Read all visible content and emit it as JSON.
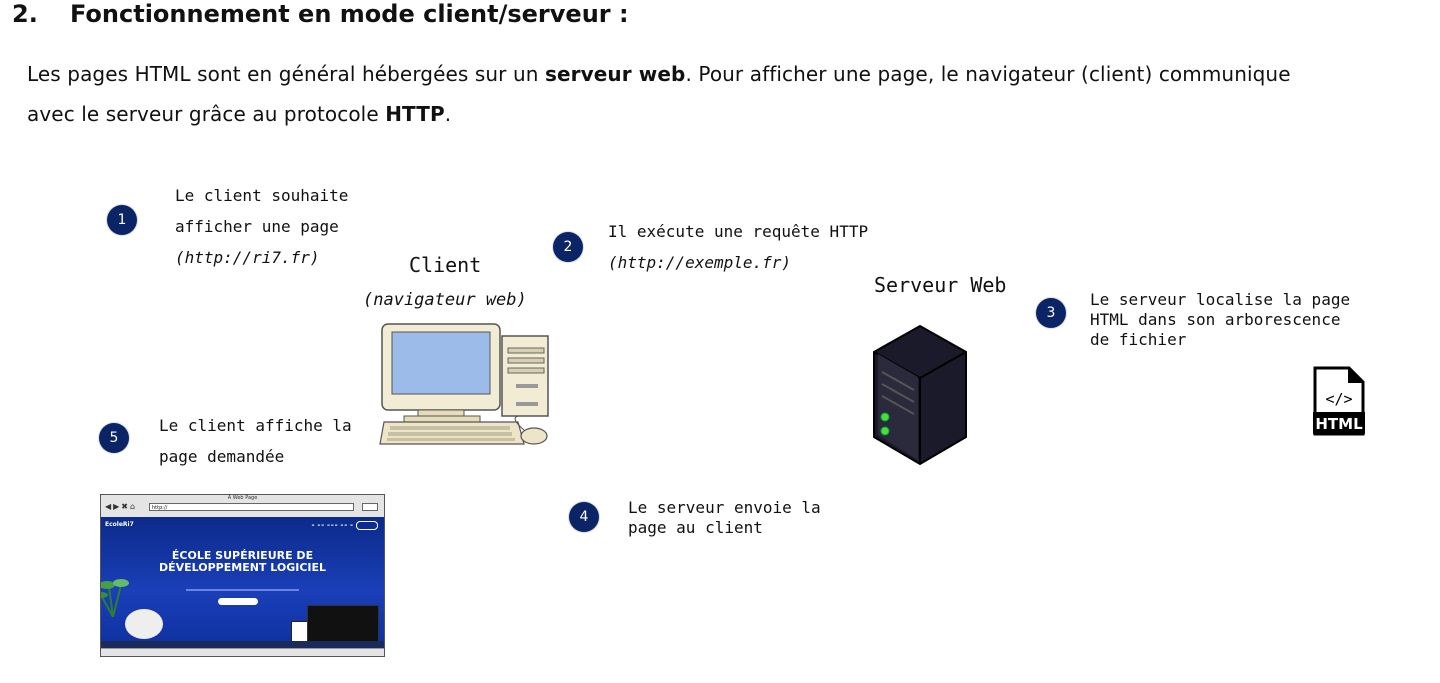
{
  "heading": {
    "number": "2.",
    "title": "Fonctionnement en mode client/serveur :"
  },
  "paragraph": {
    "line1_pre": "Les pages HTML sont en général hébergées sur un ",
    "line1_bold": "serveur web",
    "line1_post": ". Pour afficher une page, le navigateur (client) communique",
    "line2_pre": "avec le serveur grâce au protocole ",
    "line2_bold": "HTTP",
    "line2_post": "."
  },
  "diagram": {
    "client_label": "Client",
    "client_sublabel": "(navigateur web)",
    "server_label": "Serveur Web",
    "steps": [
      {
        "badge": "1",
        "lines": [
          "Le client souhaite",
          "afficher une page"
        ],
        "italic": "(http://ri7.fr)"
      },
      {
        "badge": "2",
        "lines": [
          "Il exécute une requête HTTP"
        ],
        "italic": "(http://exemple.fr)"
      },
      {
        "badge": "3",
        "lines": [
          "Le serveur localise la page",
          "HTML dans son arborescence",
          "de fichier"
        ]
      },
      {
        "badge": "4",
        "lines": [
          "Le serveur envoie la",
          "page au client"
        ]
      },
      {
        "badge": "5",
        "lines": [
          "Le client affiche la",
          "page demandée"
        ]
      }
    ],
    "html_icon_text": "HTML",
    "html_icon_tag": "</>",
    "browser": {
      "window_title": "A Web Page",
      "url": "http://",
      "site_logo": "EcoleRi7",
      "hero_text": "ÉCOLE SUPÉRIEURE DE DÉVELOPPEMENT LOGICIEL"
    }
  },
  "colors": {
    "badge": "#0b2466",
    "server": "#1a1a2a",
    "led": "#4cdc3c"
  }
}
